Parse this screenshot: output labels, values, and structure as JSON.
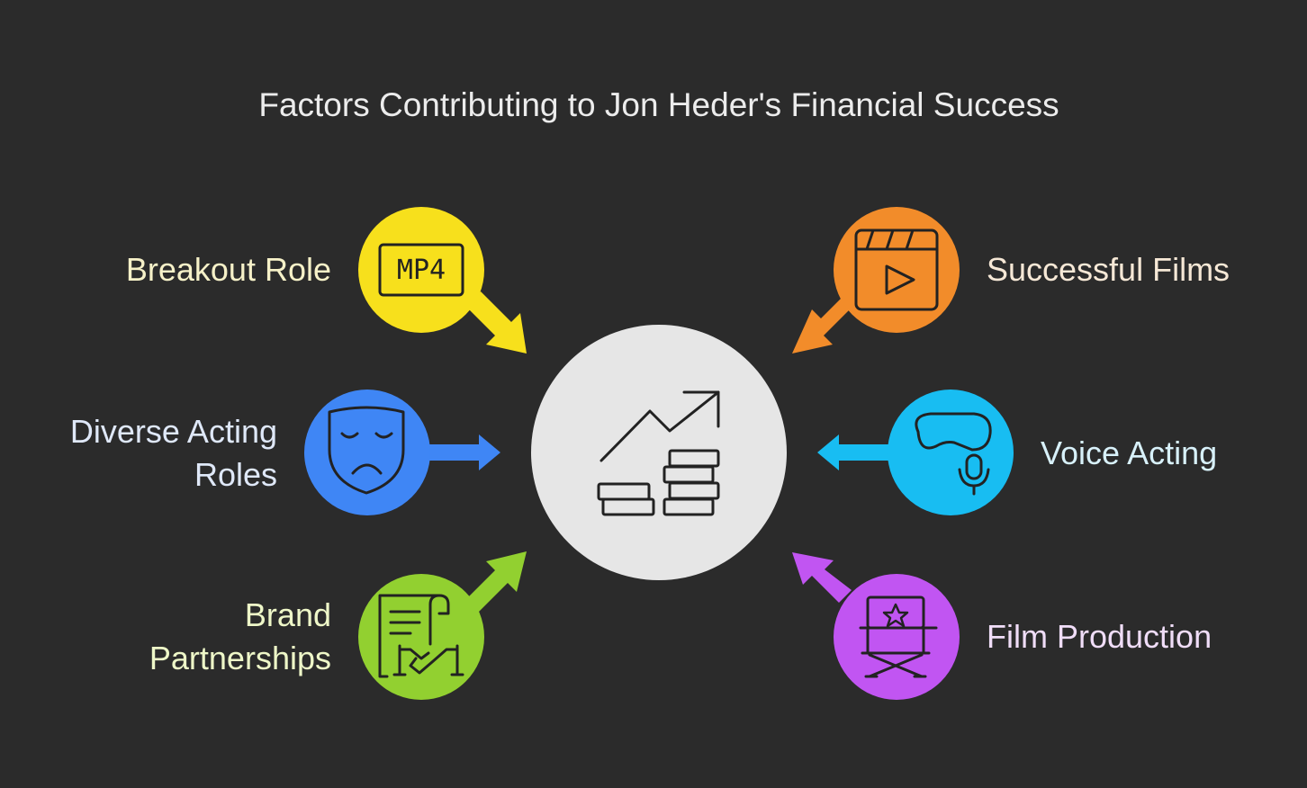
{
  "title": "Factors Contributing to Jon Heder's Financial Success",
  "center": {
    "icon": "rising-chart-with-coins-icon",
    "color": "#e6e6e6"
  },
  "factors": [
    {
      "id": "breakout",
      "label": "Breakout Role",
      "color": "#f7e01c",
      "text_color": "#f6f1c8",
      "icon": "mp4-file-icon",
      "icon_text": "MP4"
    },
    {
      "id": "films",
      "label": "Successful Films",
      "color": "#f28c2a",
      "text_color": "#f6e8d6",
      "icon": "video-clapperboard-icon"
    },
    {
      "id": "diverse",
      "label_lines": [
        "Diverse Acting",
        "Roles"
      ],
      "color": "#3f86f5",
      "text_color": "#dfe8f8",
      "icon": "sad-theater-mask-icon"
    },
    {
      "id": "voice",
      "label": "Voice Acting",
      "color": "#18bdf2",
      "text_color": "#d8f1fa",
      "icon": "headset-microphone-icon"
    },
    {
      "id": "brand",
      "label_lines": [
        "Brand",
        "Partnerships"
      ],
      "color": "#92d030",
      "text_color": "#eef7c8",
      "icon": "contract-handshake-icon"
    },
    {
      "id": "production",
      "label": "Film Production",
      "color": "#c155f2",
      "text_color": "#f0ddf8",
      "icon": "director-chair-star-icon"
    }
  ]
}
